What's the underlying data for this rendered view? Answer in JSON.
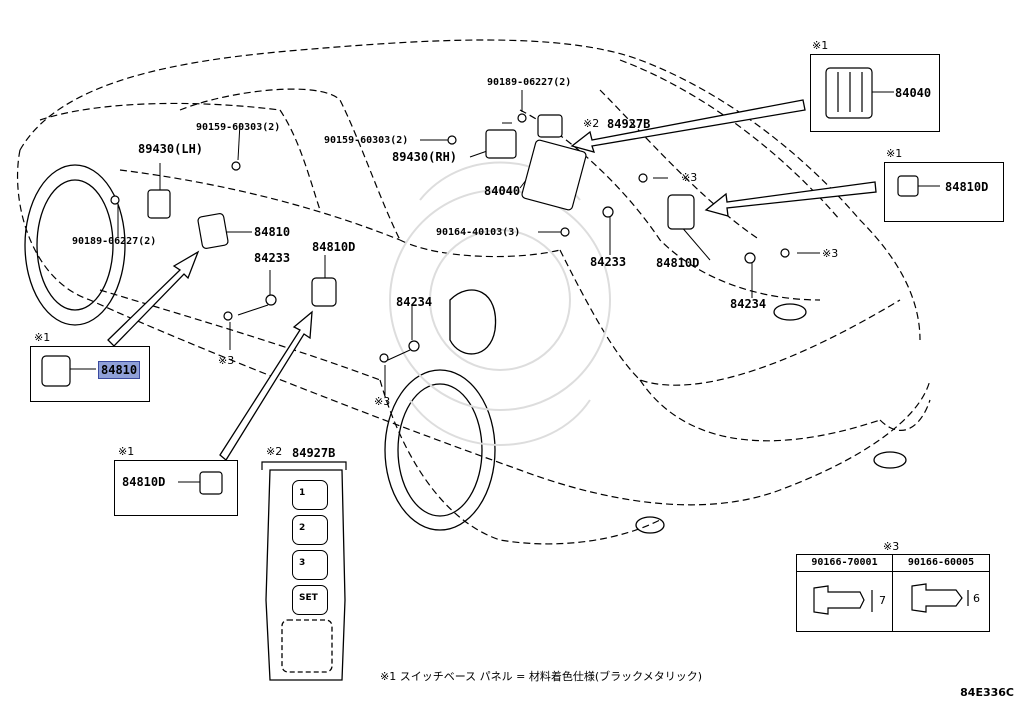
{
  "parts": {
    "p84040_inset": "84040",
    "p84810D_inset_right": "84810D",
    "p84810_inset_left": "84810",
    "p84810D_inset_bottom": "84810D",
    "p90189_top": "90189-06227(2)",
    "p84927B_top": "84927B",
    "p90159_mid": "90159-60303(2)",
    "p89430_rh": "89430(RH)",
    "p84040_center": "84040",
    "p90164": "90164-40103(3)",
    "p84233_right": "84233",
    "p84810D_right": "84810D",
    "p84234_right": "84234",
    "p90159_left": "90159-60303(2)",
    "p89430_lh": "89430(LH)",
    "p90189_left": "90189-06227(2)",
    "p84810_left": "84810",
    "p84233_left": "84233",
    "p84810D_center": "84810D",
    "p84234_center": "84234",
    "p84927B_inset": "84927B"
  },
  "marks": {
    "m1_a": "※1",
    "m1_b": "※1",
    "m1_c": "※1",
    "m1_d": "※1",
    "m2_top": "※2",
    "m2_inset": "※2",
    "m3_a": "※3",
    "m3_b": "※3",
    "m3_c": "※3",
    "m3_d": "※3",
    "m3_e": "※3"
  },
  "switch_buttons": [
    "1",
    "2",
    "3",
    "SET"
  ],
  "fastener_table": {
    "mark": "※3",
    "col1": "90166-70001",
    "col2": "90166-60005",
    "dim1": "7",
    "dim2": "6"
  },
  "footnote": "※1 スイッチベース パネル = 材料着色仕様(ブラックメタリック)",
  "diagram_code": "84E336C"
}
